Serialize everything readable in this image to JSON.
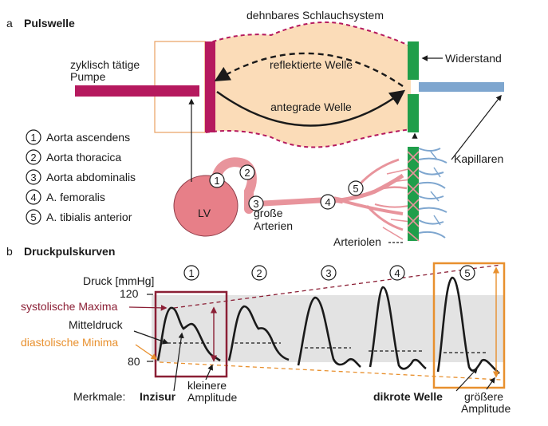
{
  "panel_a": {
    "letter": "a",
    "title": "Pulswelle",
    "top_label": "dehnbares Schlauchsystem",
    "pump_label_line1": "zyklisch tätige",
    "pump_label_line2": "Pumpe",
    "resistance_label": "Widerstand",
    "reflected_wave": "reflektierte Welle",
    "antegrade_wave": "antegrade Welle",
    "capillaries": "Kapillaren",
    "lv": "LV",
    "large_arteries_line1": "große",
    "large_arteries_line2": "Arterien",
    "arterioles": "Arteriolen",
    "legend": [
      {
        "num": "1",
        "label": "Aorta ascendens"
      },
      {
        "num": "2",
        "label": "Aorta thoracica"
      },
      {
        "num": "3",
        "label": "Aorta abdominalis"
      },
      {
        "num": "4",
        "label": "A. femoralis"
      },
      {
        "num": "5",
        "label": "A. tibialis anterior"
      }
    ],
    "site_markers": [
      "1",
      "2",
      "3",
      "4",
      "5"
    ]
  },
  "panel_b": {
    "letter": "b",
    "title": "Druckpulskurven",
    "y_axis_label": "Druck [mmHg]",
    "y_ticks": [
      "120",
      "80"
    ],
    "curve_numbers": [
      "1",
      "2",
      "3",
      "4",
      "5"
    ],
    "systolic_label": "systolische Maxima",
    "mean_label": "Mitteldruck",
    "diastolic_label": "diastolische Minima",
    "features_label": "Merkmale:",
    "incisure": "Inzisur",
    "smaller_amp_line1": "kleinere",
    "smaller_amp_line2": "Amplitude",
    "dicrotic_wave": "dikrote Welle",
    "larger_amp_line1": "größere",
    "larger_amp_line2": "Amplitude"
  },
  "colors": {
    "tube_fill": "#fbdcb8",
    "crimson": "#b5195e",
    "green": "#1f9e4a",
    "blue": "#7ea6cf",
    "vessel_pink": "#e8949c",
    "lv_pink": "#e77f88",
    "gray_band": "#e3e3e3",
    "orange": "#e8902e",
    "maroon": "#8b1f35"
  }
}
